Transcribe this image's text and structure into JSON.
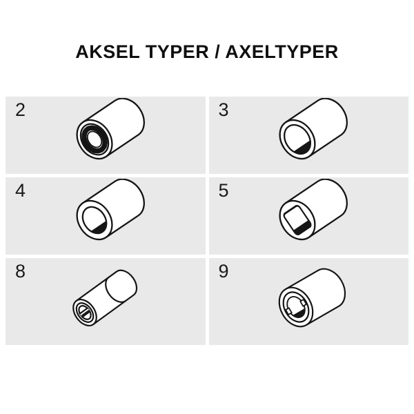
{
  "title": "AKSEL TYPER / AXELTYPER",
  "cells": [
    {
      "number": "2",
      "icon": "splined-bore-axle-icon"
    },
    {
      "number": "3",
      "icon": "d-bore-axle-icon"
    },
    {
      "number": "4",
      "icon": "flat-bore-axle-icon"
    },
    {
      "number": "5",
      "icon": "square-bore-axle-icon"
    },
    {
      "number": "8",
      "icon": "slotted-bore-axle-icon"
    },
    {
      "number": "9",
      "icon": "notched-bore-axle-icon"
    }
  ]
}
